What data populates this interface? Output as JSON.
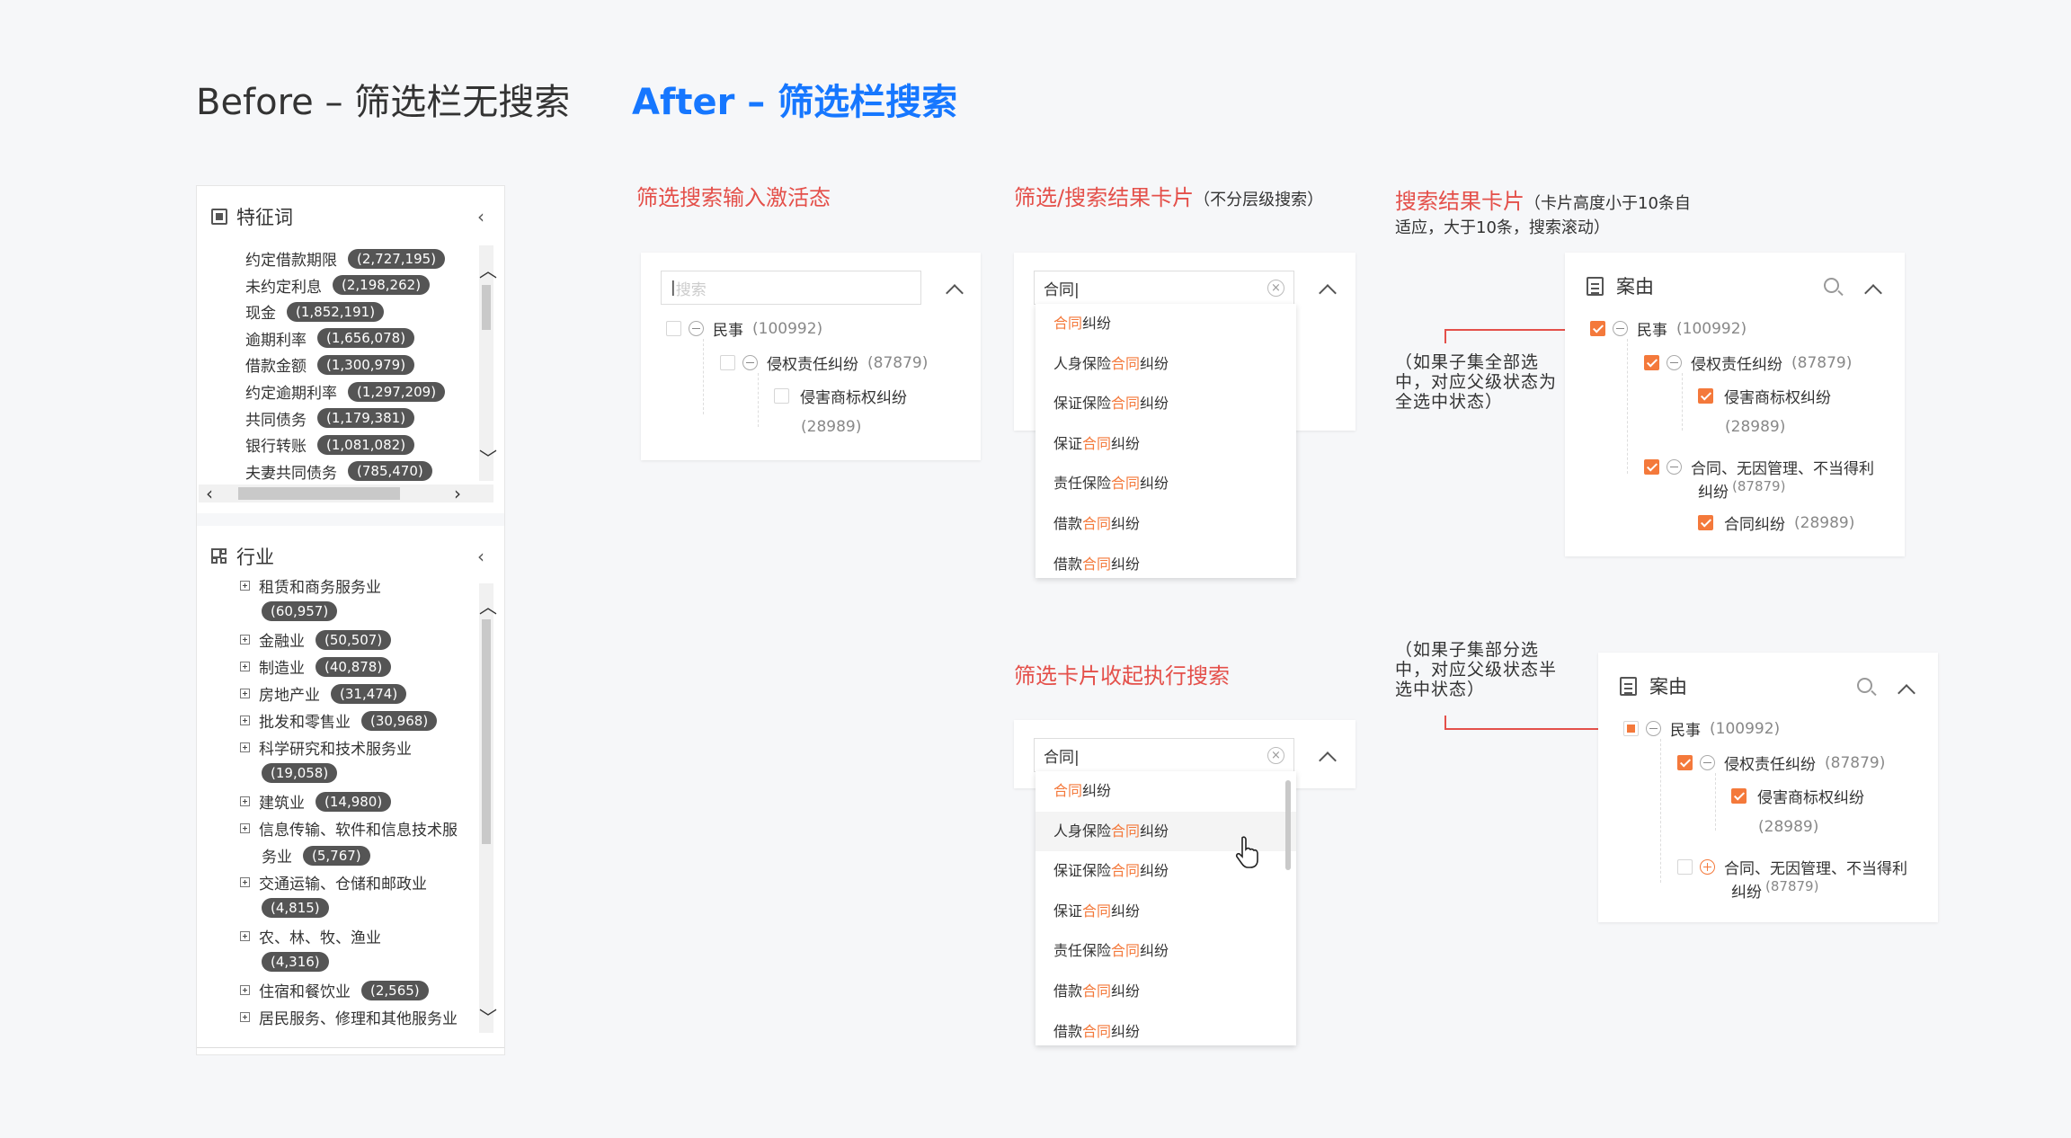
{
  "headings": {
    "before": "Before – 筛选栏无搜索",
    "after": "After – 筛选栏搜索"
  },
  "colors": {
    "accent_blue": "#1677ff",
    "accent_red": "#e4504a",
    "check_orange": "#f4793b"
  },
  "before_panel": {
    "feature": {
      "title": "特征词",
      "items": [
        {
          "label": "约定借款期限",
          "count": "(2,727,195)"
        },
        {
          "label": "未约定利息",
          "count": "(2,198,262)"
        },
        {
          "label": "现金",
          "count": "(1,852,191)"
        },
        {
          "label": "逾期利率",
          "count": "(1,656,078)"
        },
        {
          "label": "借款金额",
          "count": "(1,300,979)"
        },
        {
          "label": "约定逾期利率",
          "count": "(1,297,209)"
        },
        {
          "label": "共同债务",
          "count": "(1,179,381)"
        },
        {
          "label": "银行转账",
          "count": "(1,081,082)"
        },
        {
          "label": "夫妻共同债务",
          "count": "(785,470)"
        }
      ]
    },
    "industry": {
      "title": "行业",
      "items": [
        {
          "label": "租赁和商务服务业",
          "count": "(60,957)"
        },
        {
          "label": "金融业",
          "count": "(50,507)"
        },
        {
          "label": "制造业",
          "count": "(40,878)"
        },
        {
          "label": "房地产业",
          "count": "(31,474)"
        },
        {
          "label": "批发和零售业",
          "count": "(30,968)"
        },
        {
          "label": "科学研究和技术服务业",
          "count": "(19,058)"
        },
        {
          "label": "建筑业",
          "count": "(14,980)"
        },
        {
          "label": "信息传输、软件和信息技术服",
          "label2": "务业",
          "count": "(5,767)"
        },
        {
          "label": "交通运输、仓储和邮政业",
          "count": "(4,815)"
        },
        {
          "label": "农、林、牧、渔业",
          "count": "(4,316)"
        },
        {
          "label": "住宿和餐饮业",
          "count": "(2,565)"
        },
        {
          "label": "居民服务、修理和其他服务业",
          "count": ""
        }
      ]
    }
  },
  "sec1": {
    "title": "筛选搜索输入激活态",
    "placeholder": "搜索",
    "tree": [
      {
        "label": "民事",
        "count": "(100992)"
      },
      {
        "label": "侵权责任纠纷",
        "count": "(87879)"
      },
      {
        "label": "侵害商标权纠纷",
        "count": "(28989)"
      }
    ]
  },
  "sec2": {
    "title": "筛选/搜索结果卡片",
    "note": "（不分层级搜索）",
    "query": "合同|",
    "clear": "×",
    "results": [
      {
        "pre": "",
        "hl": "合同",
        "post": "纠纷"
      },
      {
        "pre": "人身保险",
        "hl": "合同",
        "post": "纠纷"
      },
      {
        "pre": "保证保险",
        "hl": "合同",
        "post": "纠纷"
      },
      {
        "pre": "保证",
        "hl": "合同",
        "post": "纠纷"
      },
      {
        "pre": "责任保险",
        "hl": "合同",
        "post": "纠纷"
      },
      {
        "pre": "借款",
        "hl": "合同",
        "post": "纠纷"
      },
      {
        "pre": "借款",
        "hl": "合同",
        "post": "纠纷"
      }
    ]
  },
  "sec3": {
    "title": "筛选卡片收起执行搜索",
    "query": "合同|",
    "clear": "×"
  },
  "sec4": {
    "title": "搜索结果卡片",
    "note_line1": "（卡片高度小于10条自",
    "note_line2": "适应，大于10条，搜索滚动）",
    "annot_full_1": "（如果子集全部选",
    "annot_full_2": "中，对应父级状态为",
    "annot_full_3": "全选中状态）",
    "annot_half_1": "（如果子集部分选",
    "annot_half_2": "中，对应父级状态半",
    "annot_half_3": "选中状态）",
    "card_title": "案由",
    "tree_full": [
      {
        "label": "民事",
        "count": "(100992)"
      },
      {
        "label": "侵权责任纠纷",
        "count": "(87879)"
      },
      {
        "label": "侵害商标权纠纷",
        "count": "(28989)"
      },
      {
        "label": "合同、无因管理、不当得利",
        "label2": "纠纷",
        "count": "(87879)"
      },
      {
        "label": "合同纠纷",
        "count": "(28989)"
      }
    ],
    "tree_half": [
      {
        "label": "民事",
        "count": "(100992)"
      },
      {
        "label": "侵权责任纠纷",
        "count": "(87879)"
      },
      {
        "label": "侵害商标权纠纷",
        "count": "(28989)"
      },
      {
        "label": "合同、无因管理、不当得利",
        "label2": "纠纷",
        "count": "(87879)"
      }
    ]
  },
  "icons": {
    "collapse": "‹",
    "up": "︿",
    "down": "﹀",
    "left": "‹",
    "right": "›"
  }
}
